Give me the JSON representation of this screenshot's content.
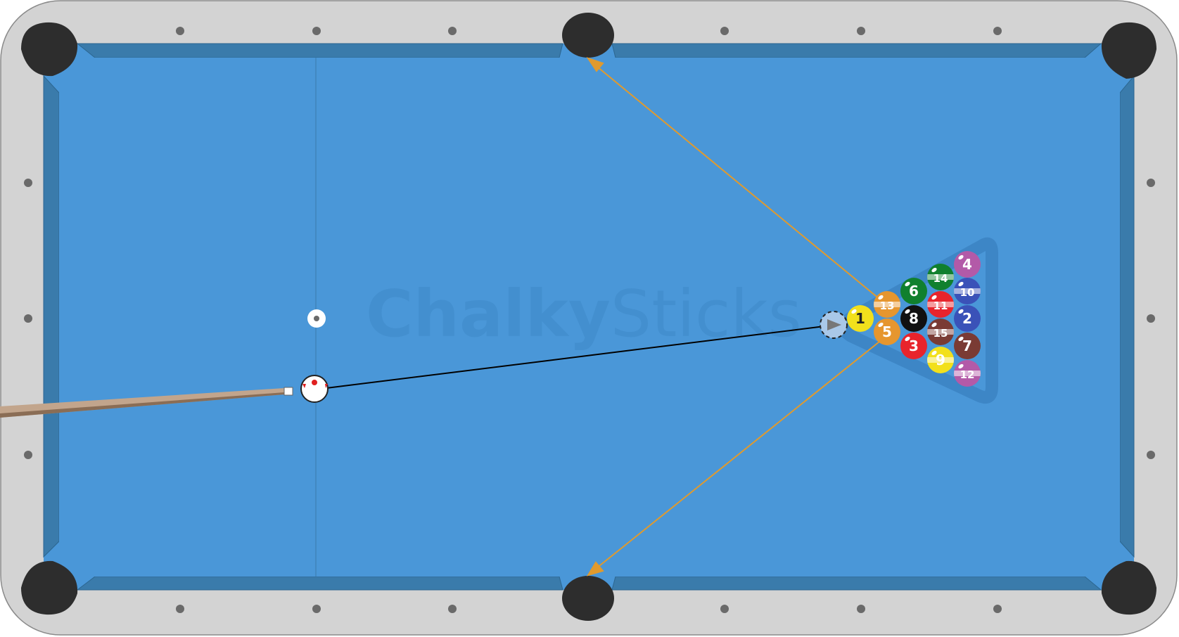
{
  "diagram": {
    "watermark": {
      "brand_bold": "Chalky",
      "brand_light": "Sticks"
    },
    "colors": {
      "felt": "#4a97d8",
      "cushion": "#3a7bab",
      "rail": "#d3d3d3",
      "rail_edge": "#8a8a8a",
      "pocket": "#2d2d2d",
      "diamond": "#6a6a6a",
      "aim_line": "#000000",
      "path_line": "#e09a2e",
      "rack_outline": "#3d86c6",
      "ghost_ball": "#a9c8e8",
      "cue_tip_mark": "#e02020",
      "watermark": "#3f8ac8"
    },
    "cue_ball": {
      "label": "cue-ball",
      "spin_mark": "center-top"
    },
    "ghost_ball": {
      "label": "ghost-ball"
    },
    "paths": [
      {
        "label": "side-pocket-top-path",
        "arrow": "end"
      },
      {
        "label": "side-pocket-bottom-path",
        "arrow": "end"
      }
    ],
    "balls": [
      {
        "num": "1",
        "color": "#f2e01c",
        "stripe": false,
        "text": "#222222"
      },
      {
        "num": "13",
        "color": "#e6962e",
        "stripe": true,
        "text": "#ffffff"
      },
      {
        "num": "5",
        "color": "#e6962e",
        "stripe": false,
        "text": "#ffffff"
      },
      {
        "num": "6",
        "color": "#10802e",
        "stripe": false,
        "text": "#ffffff"
      },
      {
        "num": "8",
        "color": "#111111",
        "stripe": false,
        "text": "#ffffff"
      },
      {
        "num": "3",
        "color": "#e8242c",
        "stripe": false,
        "text": "#ffffff"
      },
      {
        "num": "14",
        "color": "#10802e",
        "stripe": true,
        "text": "#ffffff"
      },
      {
        "num": "11",
        "color": "#e8242c",
        "stripe": true,
        "text": "#ffffff"
      },
      {
        "num": "15",
        "color": "#7a3b34",
        "stripe": true,
        "text": "#ffffff"
      },
      {
        "num": "9",
        "color": "#f2e01c",
        "stripe": true,
        "text": "#ffffff"
      },
      {
        "num": "4",
        "color": "#b35aa8",
        "stripe": false,
        "text": "#ffffff"
      },
      {
        "num": "10",
        "color": "#3a52b8",
        "stripe": true,
        "text": "#ffffff"
      },
      {
        "num": "2",
        "color": "#3a52b8",
        "stripe": false,
        "text": "#ffffff"
      },
      {
        "num": "7",
        "color": "#7a3b34",
        "stripe": false,
        "text": "#ffffff"
      },
      {
        "num": "12",
        "color": "#b35aa8",
        "stripe": true,
        "text": "#ffffff"
      }
    ]
  }
}
